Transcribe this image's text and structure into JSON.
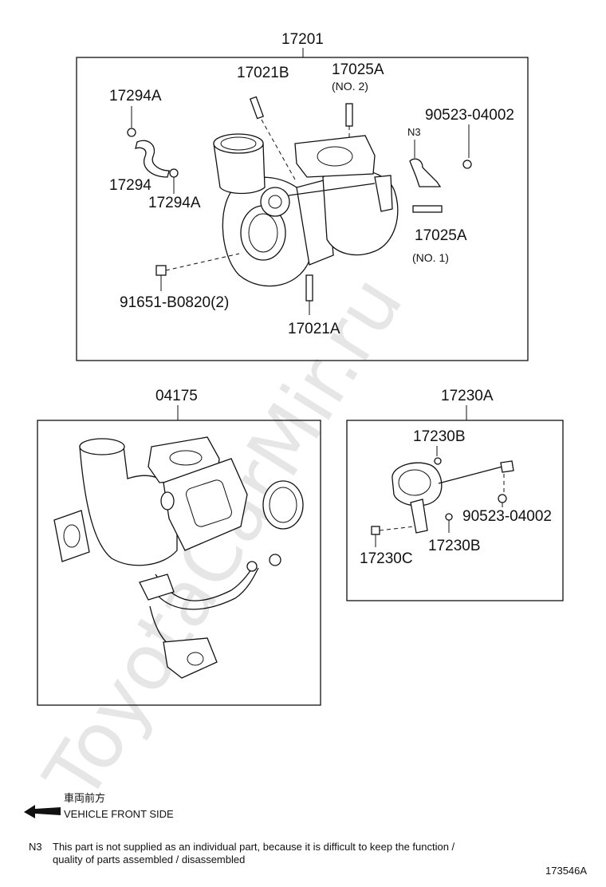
{
  "watermark": "ToyotaCarMir.ru",
  "groups": {
    "turbo": {
      "id": "17201",
      "parts": {
        "p17021B": "17021B",
        "p17025A_top": "17025A",
        "p17025A_top_sub": "(NO. 2)",
        "p17294A_top": "17294A",
        "p90523_top": "90523-04002",
        "n3_mark": "N3",
        "p17294": "17294",
        "p17294A_bottom": "17294A",
        "p17025A_right": "17025A",
        "p17025A_right_sub": "(NO. 1)",
        "p91651": "91651-B0820(2)",
        "p17021A": "17021A"
      }
    },
    "gasket_kit": {
      "id": "04175"
    },
    "actuator": {
      "id": "17230A",
      "parts": {
        "p17230B_top": "17230B",
        "p90523": "90523-04002",
        "p17230C": "17230C",
        "p17230B_bottom": "17230B"
      }
    }
  },
  "orientation": {
    "jp_text": "車両前方",
    "en_text": "VEHICLE FRONT SIDE"
  },
  "note": {
    "code": "N3",
    "line1": "This part is not supplied as an individual part, because it is difficult to keep the function /",
    "line2": "quality of parts  assembled / disassembled"
  },
  "diagram_id": "173546A"
}
